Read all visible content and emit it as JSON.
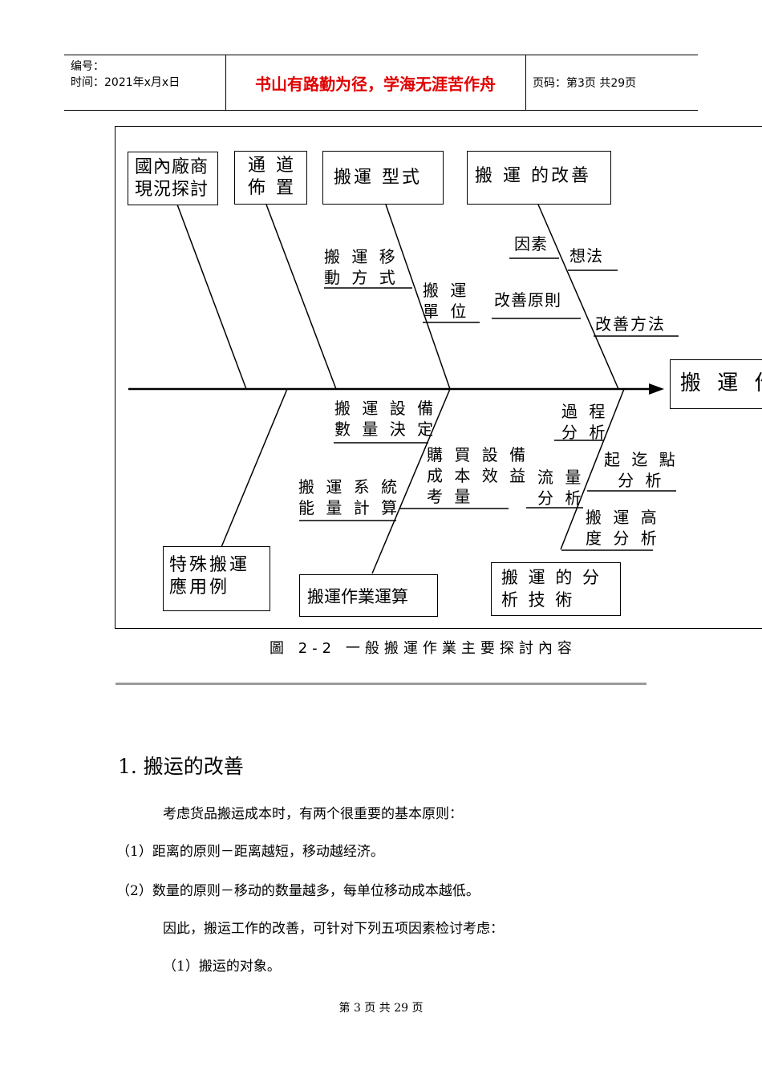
{
  "header": {
    "number_label": "编号：",
    "time_label": "时间：2021年x月x日",
    "motto": "书山有路勤为径，学海无涯苦作舟",
    "page_info": "页码：第3页  共29页"
  },
  "figure": {
    "boxes": {
      "top1": "國內廠商\n現況探討",
      "top2": "通 道\n佈 置",
      "top3": "搬運 型式",
      "top4": "搬 運 的改善",
      "bottom1": "特殊搬運\n應用例",
      "bottom2": "搬運作業運算",
      "bottom3": "搬 運 的 分\n析 技 術",
      "head": "搬 運 作"
    },
    "labels": {
      "move_method": "搬 運 移\n動 方 式",
      "unit": "搬 運\n單 位",
      "factor": "因素",
      "idea": "想法",
      "principle": "改善原則",
      "method": "改善方法",
      "equip_qty": "搬 運 設 備\n數 量 決 定",
      "purchase": "購 買 設 備\n成 本 效 益\n考 量",
      "capacity": "搬 運 系 統\n能 量 計 算",
      "process": "過 程\n分 析",
      "origin": "起 迄 點\n分 析",
      "flow": "流 量\n分 析",
      "height": "搬 運 高\n度 分 析"
    },
    "caption": "圖 2-2 一般搬運作業主要探討內容"
  },
  "body": {
    "heading": "1.  搬运的改善",
    "intro": "考虑货品搬运成本时，有两个很重要的基本原则：",
    "rule1": "（1）距离的原则－距离越短，移动越经济。",
    "rule2": "（2）数量的原则－移动的数量越多，每单位移动成本越低。",
    "therefore": "因此，搬运工作的改善，可针对下列五项因素检讨考虑：",
    "item1": "（1）搬运的对象。"
  },
  "footer": {
    "page": "第 3 页 共 29 页"
  }
}
